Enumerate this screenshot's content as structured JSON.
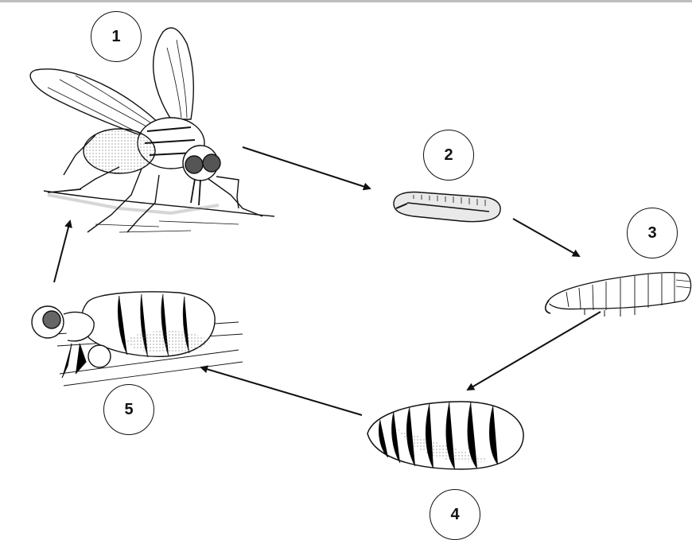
{
  "diagram": {
    "stages": [
      {
        "number": "1",
        "subject": "adult-fly"
      },
      {
        "number": "2",
        "subject": "egg"
      },
      {
        "number": "3",
        "subject": "larva"
      },
      {
        "number": "4",
        "subject": "pupa"
      },
      {
        "number": "5",
        "subject": "fly-emerging-from-pupa"
      }
    ],
    "arrows": [
      "1-to-2",
      "2-to-3",
      "3-to-4",
      "4-to-5",
      "5-to-1"
    ],
    "colors": {
      "ink": "#111111",
      "background": "#ffffff",
      "shade": "#9a9a9a"
    }
  }
}
